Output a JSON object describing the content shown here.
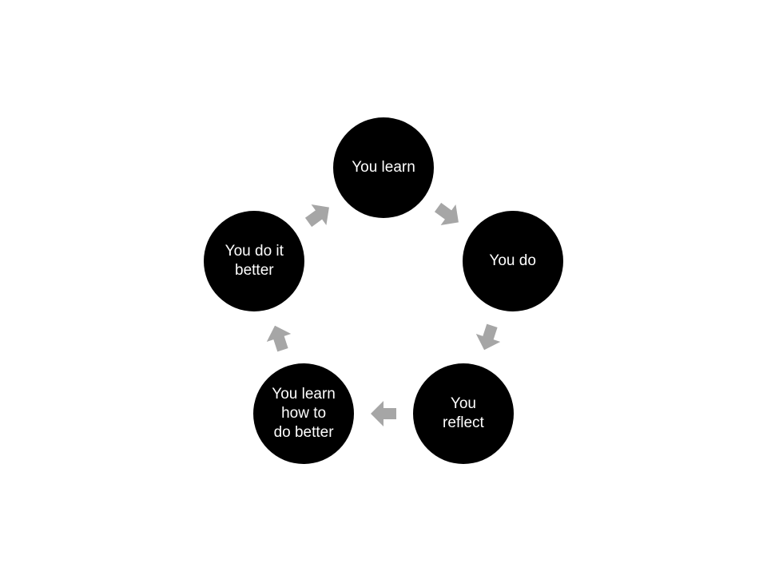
{
  "diagram": {
    "type": "cycle",
    "node_color": "#000000",
    "label_color": "#ffffff",
    "arrow_color": "#a6a6a6",
    "arrow_icon": "chevron-arrow-icon",
    "nodes": [
      {
        "id": "learn",
        "label": "You learn"
      },
      {
        "id": "do",
        "label": "You do"
      },
      {
        "id": "reflect",
        "label": "You\nreflect"
      },
      {
        "id": "learn-better",
        "label": "You learn\nhow to\ndo better"
      },
      {
        "id": "do-better",
        "label": "You do it\nbetter"
      }
    ]
  }
}
